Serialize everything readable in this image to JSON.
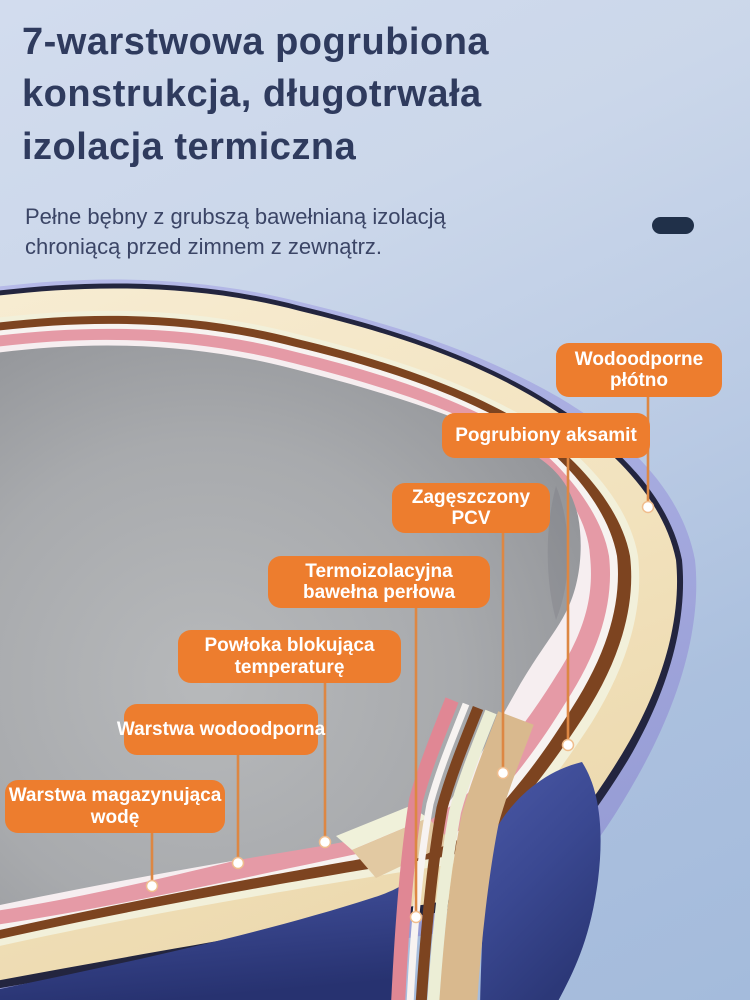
{
  "page": {
    "type": "product-infographic",
    "language": "pl"
  },
  "header": {
    "title_lines": [
      "7-warstwowa pogrubiona",
      "konstrukcja, długotrwała",
      "izolacja termiczna"
    ],
    "subtitle_lines": [
      "Pełne bębny z grubszą bawełnianą izolacją",
      "chroniącą przed zimnem z zewnątrz."
    ]
  },
  "layers": [
    {
      "id": "waterproof-canvas",
      "label_lines": [
        "Wodoodporne",
        "płótno"
      ]
    },
    {
      "id": "thick-velvet",
      "label_lines": [
        "Pogrubiony aksamit"
      ]
    },
    {
      "id": "dense-pvc",
      "label_lines": [
        "Zagęszczony",
        "PCV"
      ]
    },
    {
      "id": "pearl-cotton",
      "label_lines": [
        "Termoizolacyjna",
        "bawełna perłowa"
      ]
    },
    {
      "id": "temp-block-coating",
      "label_lines": [
        "Powłoka blokująca",
        "temperaturę"
      ]
    },
    {
      "id": "waterproof-layer",
      "label_lines": [
        "Warstwa wodoodporna"
      ]
    },
    {
      "id": "water-storage",
      "label_lines": [
        "Warstwa magazynująca",
        "wodę"
      ]
    }
  ],
  "colors": {
    "label_bg": "#ed7d2e",
    "label_text": "#ffffff",
    "title_text": "#2f3b5e",
    "leader_line": "#dd8743",
    "outer_periwinkle": "#a6abdf",
    "cream": "#f2e2bd",
    "brown": "#7d4420",
    "pink": "#e59aa6",
    "indigo_shell": "#3a4891",
    "interior_gray": "#a2a4a7",
    "background_top": "#d2dcee",
    "background_bottom": "#a4bbdc"
  }
}
